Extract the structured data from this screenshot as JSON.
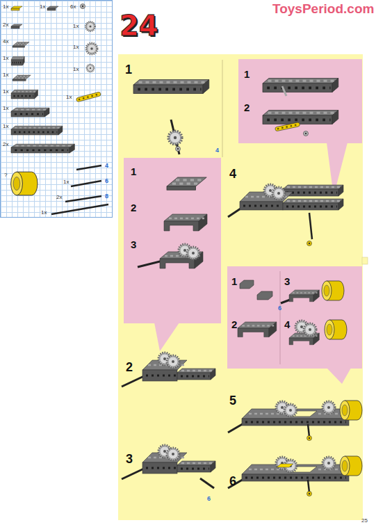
{
  "diagram": {
    "nodes": [
      {
        "text": [
          "1x",
          "1x",
          "6x",
          "2x",
          "1x",
          "4x",
          "1x",
          "1x",
          "1x",
          "1x",
          "1x",
          "1x",
          "1x",
          "1x",
          "2x",
          "4",
          "?",
          "1x",
          "6",
          "2x",
          "8",
          "1x"
        ]
      },
      {
        "text": [
          "1",
          "4",
          "4",
          "2",
          "5",
          "3",
          "6",
          "6"
        ]
      },
      {
        "text": [
          "1",
          "2"
        ],
        "in": 1
      },
      {
        "text": [
          "1",
          "2",
          "3"
        ],
        "in": 1
      },
      {
        "text": [
          "1",
          "3",
          "6",
          "2",
          "4"
        ],
        "in": 1
      }
    ],
    "labels": [
      "ToysPeriod.com",
      "24",
      "25"
    ]
  }
}
